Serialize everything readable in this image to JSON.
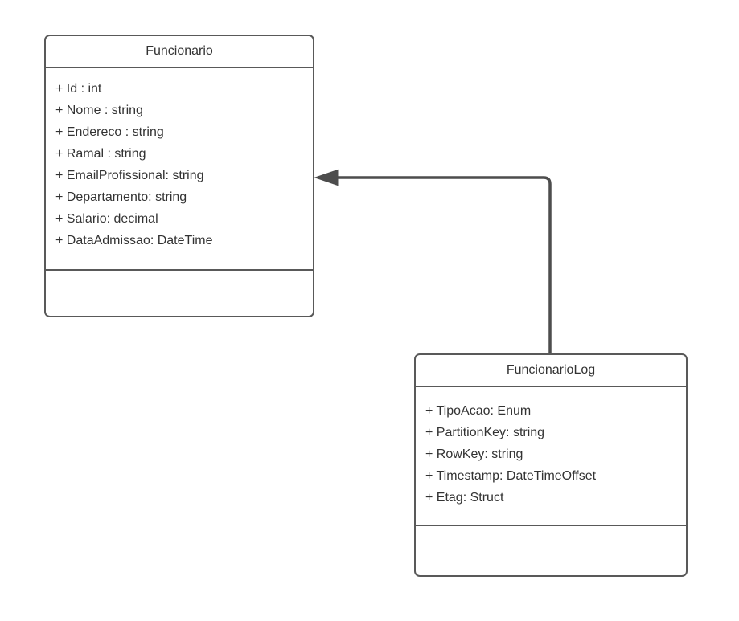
{
  "diagram": {
    "type": "uml-class-diagram",
    "background_color": "#ffffff",
    "shape_border_color": "#595959",
    "text_color": "#333333",
    "connector_color": "#4d4d4d",
    "classes": [
      {
        "name": "Funcionario",
        "attributes": [
          "+ Id : int",
          "+ Nome : string",
          "+ Endereco : string",
          "+ Ramal : string",
          "+ EmailProfissional: string",
          "+ Departamento: string",
          "+ Salario: decimal",
          "+ DataAdmissao: DateTime"
        ],
        "methods": []
      },
      {
        "name": "FuncionarioLog",
        "attributes": [
          "+ TipoAcao: Enum",
          "+ PartitionKey: string",
          "+ RowKey: string",
          "+ Timestamp: DateTimeOffset",
          "+ Etag: Struct"
        ],
        "methods": []
      }
    ],
    "connectors": [
      {
        "from": "FuncionarioLog",
        "to": "Funcionario",
        "style": "orthogonal",
        "arrowhead": "solid-triangle"
      }
    ]
  }
}
